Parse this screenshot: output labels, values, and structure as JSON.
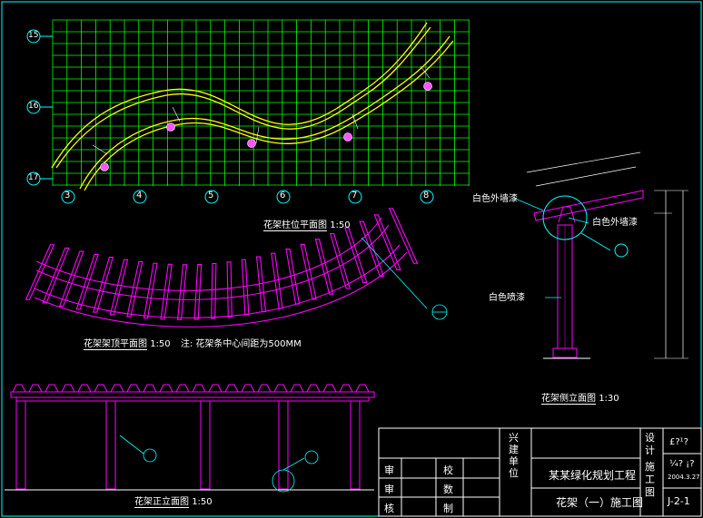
{
  "colors": {
    "background": "#000000",
    "border": "#00ffff",
    "grid": "#00ff00",
    "path": "#ffff00",
    "post": "#ff00ff",
    "leader": "#00ffff",
    "text": "#ffffff"
  },
  "plan": {
    "grid_labels_left": [
      "15",
      "16",
      "17"
    ],
    "grid_labels_bottom": [
      "3",
      "4",
      "5",
      "6",
      "7",
      "8"
    ],
    "title": "花架柱位平面图",
    "scale": "1:50"
  },
  "top_plan": {
    "title": "花架架顶平面图",
    "scale": "1:50",
    "note": "注: 花架条中心间距为500MM"
  },
  "side": {
    "label_outer_1": "白色外墙漆",
    "label_outer_2": "白色外墙漆",
    "label_paint": "白色喷漆",
    "title": "花架侧立面图",
    "scale": "1:30"
  },
  "front": {
    "title": "花架正立面图",
    "scale": "1:50"
  },
  "title_block": {
    "project": "某某绿化规划工程",
    "drawing": "花架（一）施工图",
    "cell_shen": "审",
    "cell_jiao": "校",
    "cell_he": "审",
    "cell_shu": "数",
    "cell_zhi": "核",
    "cell_zhi2": "制",
    "vert_col": "兴建单位",
    "design": "设计",
    "design2": "施工图",
    "garbled_1": "£?¹?",
    "garbled_2": "¼?  ¡?",
    "date": "2004.3.27",
    "sheet_no": "J-2-1"
  }
}
